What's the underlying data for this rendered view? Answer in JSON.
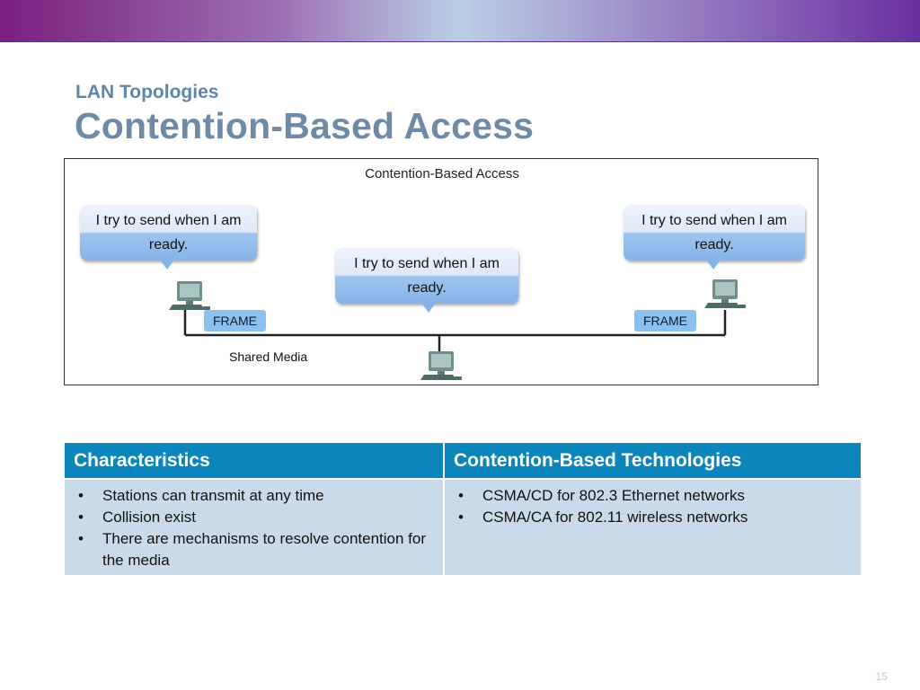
{
  "header": {
    "kicker": "LAN Topologies",
    "title": "Contention-Based Access"
  },
  "diagram": {
    "caption": "Contention-Based Access",
    "bubbles": [
      "I try to send when I am ready.",
      "I try to send when I am ready.",
      "I try to send when I am ready."
    ],
    "frame_labels": [
      "FRAME",
      "FRAME"
    ],
    "media_label": "Shared Media",
    "colors": {
      "bus_line": "#222222",
      "frame_fill": "#8cc0ee",
      "bubble_fill": "#9fc3ef"
    }
  },
  "table": {
    "headers": [
      "Characteristics",
      "Contention-Based Technologies"
    ],
    "characteristics": [
      "Stations can transmit at any time",
      "Collision exist",
      "There are mechanisms to resolve contention for the media"
    ],
    "technologies": [
      "CSMA/CD for 802.3 Ethernet networks",
      "CSMA/CA for 802.11 wireless  networks"
    ],
    "colors": {
      "header_bg": "#0a86bd",
      "cell_bg": "#c9dbea"
    }
  },
  "footer": {
    "page_number": "15"
  }
}
